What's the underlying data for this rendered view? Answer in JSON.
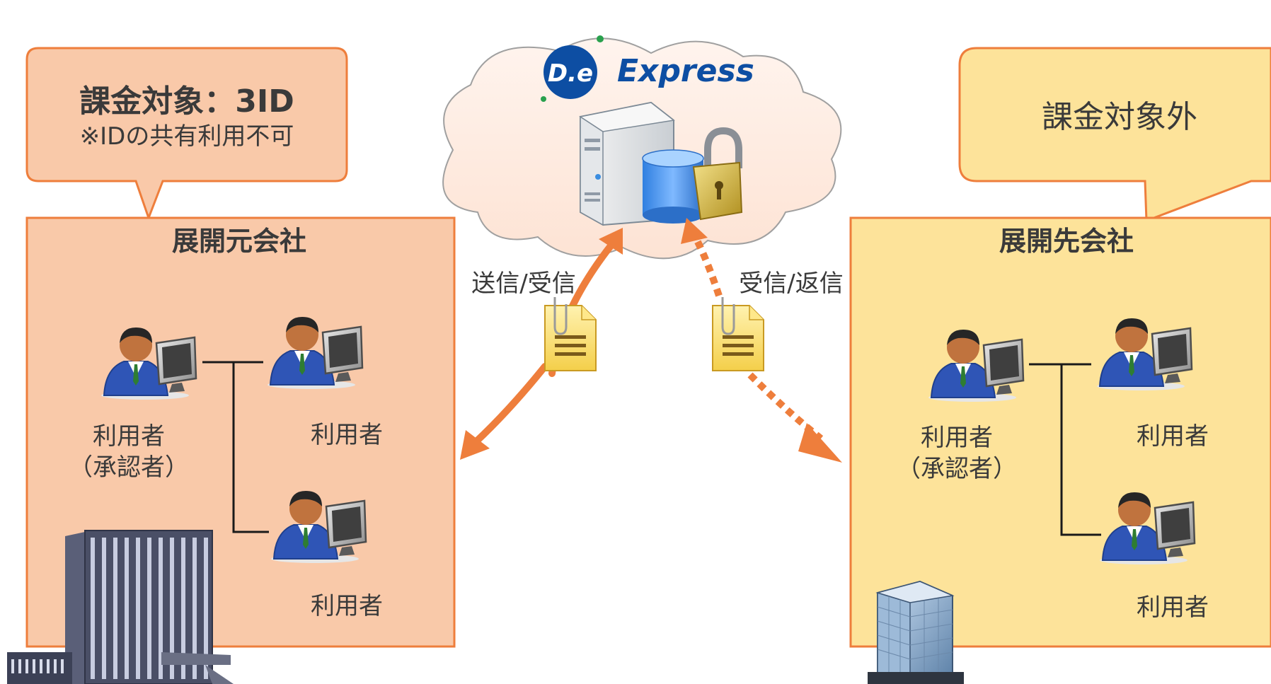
{
  "logo": {
    "mark": "D.e",
    "text": "Express"
  },
  "left_callout": {
    "title": "課金対象：3ID",
    "note": "※IDの共有利用不可"
  },
  "right_callout": {
    "text": "課金対象外"
  },
  "left_company": {
    "title": "展開元会社",
    "users": [
      {
        "label_line1": "利用者",
        "label_line2": "（承認者）"
      },
      {
        "label_line1": "利用者"
      },
      {
        "label_line1": "利用者"
      }
    ]
  },
  "right_company": {
    "title": "展開先会社",
    "users": [
      {
        "label_line1": "利用者",
        "label_line2": "（承認者）"
      },
      {
        "label_line1": "利用者"
      },
      {
        "label_line1": "利用者"
      }
    ]
  },
  "left_link": {
    "label": "送信/受信",
    "style": "solid"
  },
  "right_link": {
    "label": "受信/返信",
    "style": "dotted"
  },
  "colors": {
    "left_fill": "#f9c9a9",
    "left_stroke": "#ee7e3c",
    "right_fill": "#fde39a",
    "right_stroke": "#ee7e3c",
    "arrow": "#ee7e3c",
    "logo_blue": "#0d4ea3"
  },
  "icons": [
    "cloud-icon",
    "server-icon",
    "database-icon",
    "padlock-icon",
    "document-icon",
    "user-at-computer-icon",
    "office-building-icon"
  ]
}
